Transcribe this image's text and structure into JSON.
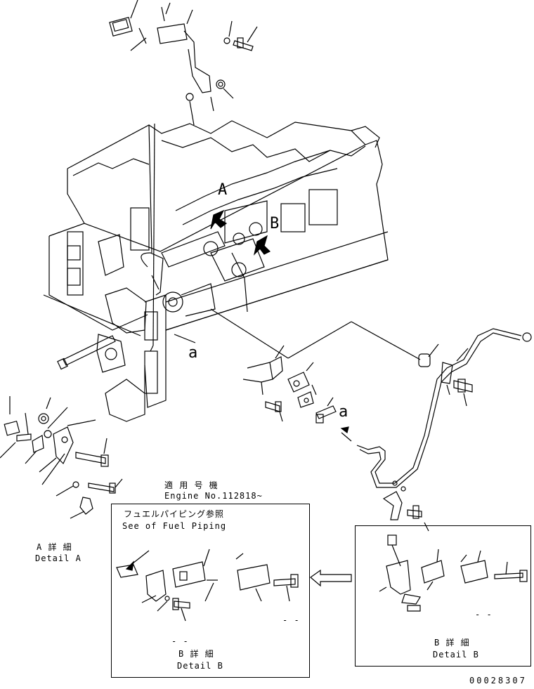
{
  "callouts": {
    "A": "A",
    "B": "B",
    "a_top": "a",
    "a_side": "a"
  },
  "applicability": {
    "heading": "適 用 号 機",
    "engine_no": "Engine No.112818~"
  },
  "detail_a": {
    "jp": "A 詳 細",
    "en": "Detail A"
  },
  "detail_b_left": {
    "note_jp": "フュエルパイピング参照",
    "note_en": "See of Fuel Piping",
    "dashes_right": "- -",
    "dashes_left": "- -",
    "jp": "B 詳 細",
    "en": "Detail B"
  },
  "detail_b_right": {
    "dashes": "- -",
    "jp": "B 詳 細",
    "en": "Detail B"
  },
  "drawing_number": "00028307"
}
